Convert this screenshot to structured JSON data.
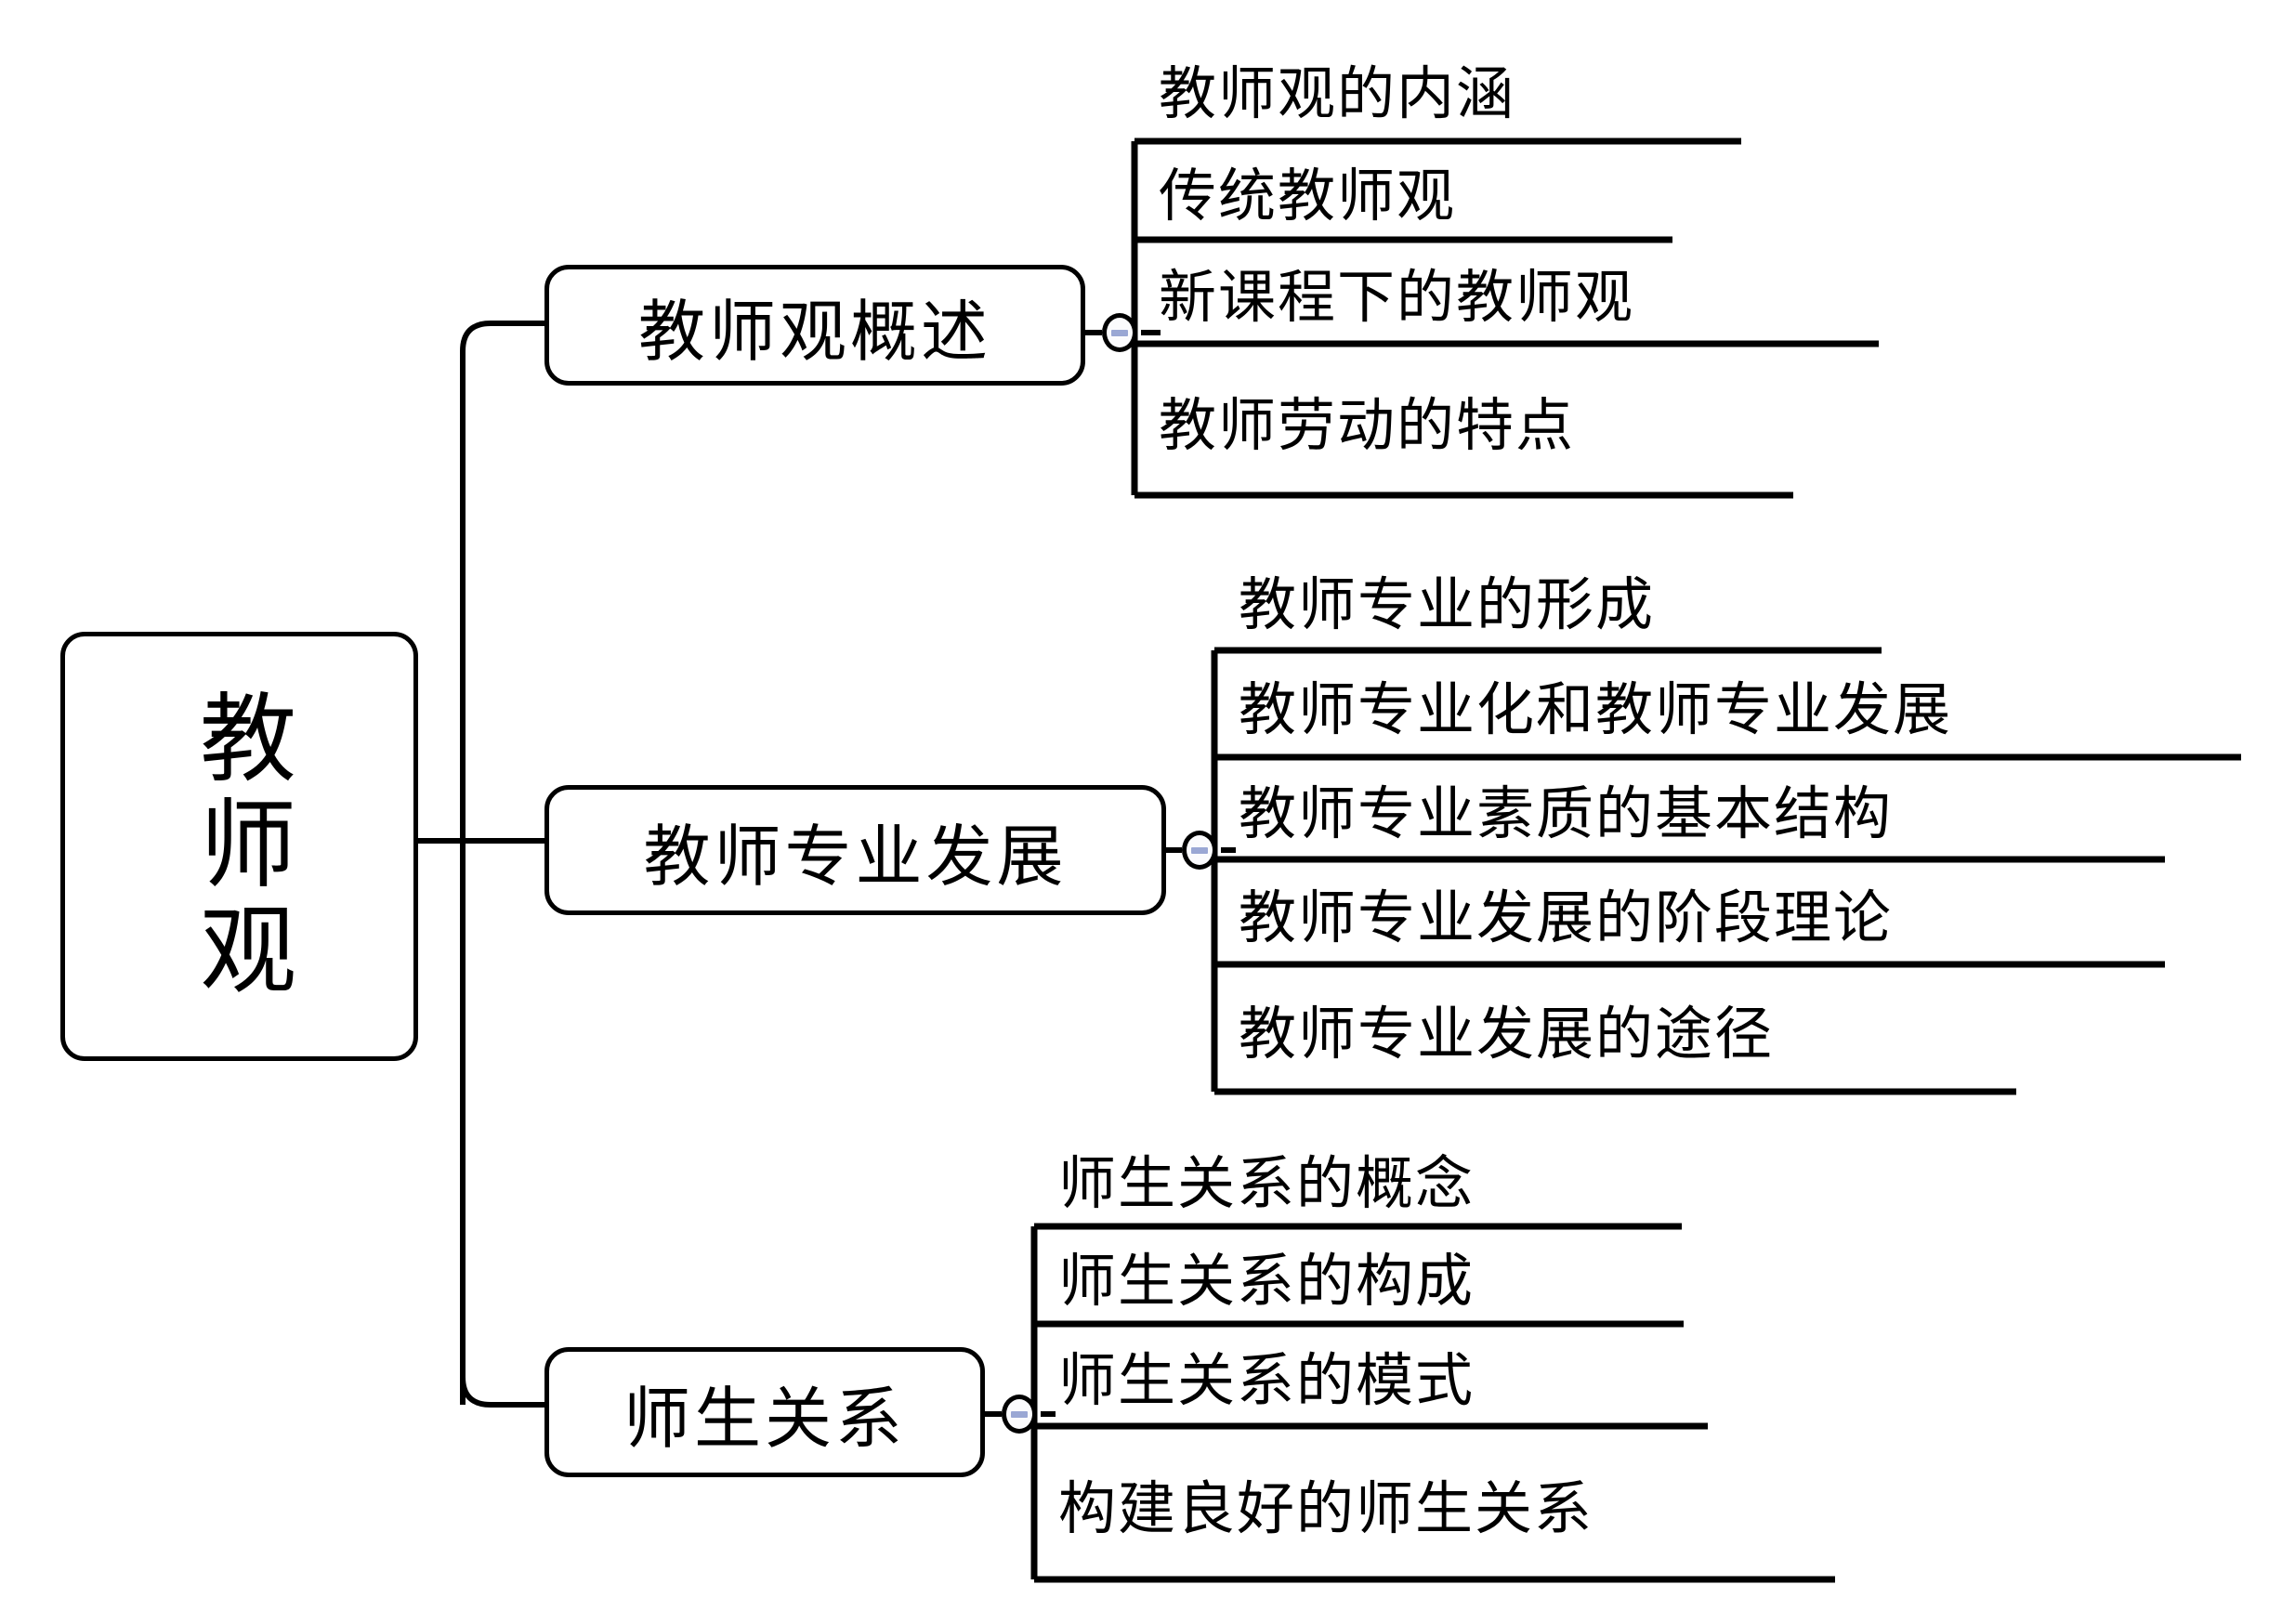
{
  "diagram": {
    "type": "mindmap",
    "title": "教师观",
    "root": {
      "label": "教师观",
      "orientation": "vertical"
    },
    "branches": [
      {
        "id": "branch-overview",
        "label": "教师观概述",
        "collapse_icon": "minus-circle-icon",
        "collapse_state": "expanded",
        "leaves": [
          "教师观的内涵",
          "传统教师观",
          "新课程下的教师观",
          "教师劳动的特点"
        ]
      },
      {
        "id": "branch-professional-development",
        "label": "教师专业发展",
        "collapse_icon": "minus-circle-icon",
        "collapse_state": "expanded",
        "leaves": [
          "教师专业的形成",
          "教师专业化和教师专业发展",
          "教师专业素质的基本结构",
          "教师专业发展的阶段理论",
          "教师专业发展的途径"
        ]
      },
      {
        "id": "branch-teacher-student-relation",
        "label": "师生关系",
        "collapse_icon": "minus-circle-icon",
        "collapse_state": "expanded",
        "leaves": [
          "师生关系的概念",
          "师生关系的构成",
          "师生关系的模式",
          "构建良好的师生关系"
        ]
      }
    ],
    "colors": {
      "stroke": "#000000",
      "background": "#ffffff",
      "collapse_minus": "#9aa7d4",
      "collapse_fill": "#fbfbfd"
    }
  }
}
